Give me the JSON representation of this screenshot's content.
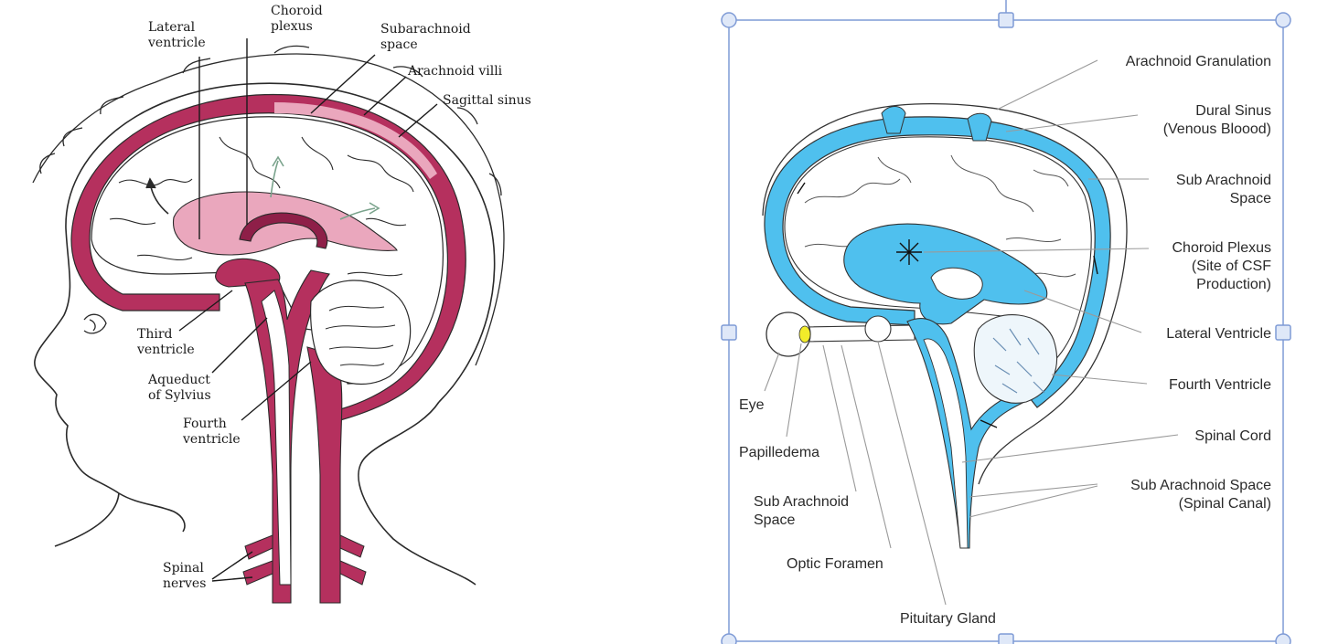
{
  "left_figure": {
    "labels": {
      "lateral_ventricle": [
        "Lateral",
        "ventricle"
      ],
      "choroid_plexus": [
        "Choroid",
        "plexus"
      ],
      "subarachnoid_space": [
        "Subarachnoid",
        "space"
      ],
      "arachnoid_villi": [
        "Arachnoid villi"
      ],
      "sagittal_sinus": [
        "Sagittal sinus"
      ],
      "third_ventricle": [
        "Third",
        "ventricle"
      ],
      "aqueduct": [
        "Aqueduct",
        "of Sylvius"
      ],
      "fourth_ventricle": [
        "Fourth",
        "ventricle"
      ],
      "spinal_nerves": [
        "Spinal",
        "nerves"
      ]
    },
    "colors": {
      "csf_dark": "#b5305e",
      "csf_light": "#eaa7bd",
      "outline": "#2a2a2a"
    }
  },
  "right_figure": {
    "labels": {
      "arachnoid_granulation": [
        "Arachnoid Granulation"
      ],
      "dural_sinus": [
        "Dural Sinus",
        "(Venous Bloood)"
      ],
      "sub_arachnoid_space": [
        "Sub Arachnoid",
        "Space"
      ],
      "choroid_plexus": [
        "Choroid Plexus",
        "(Site of CSF",
        "Production)"
      ],
      "lateral_ventricle": [
        "Lateral Ventricle"
      ],
      "fourth_ventricle": [
        "Fourth Ventricle"
      ],
      "spinal_cord": [
        "Spinal Cord"
      ],
      "sub_arachnoid_space_spinal": [
        "Sub Arachnoid Space",
        "(Spinal Canal)"
      ],
      "eye": [
        "Eye"
      ],
      "papilledema": [
        "Papilledema"
      ],
      "sub_arachnoid_space_optic": [
        "Sub Arachnoid",
        "Space"
      ],
      "optic_foramen": [
        "Optic Foramen"
      ],
      "pituitary_gland": [
        "Pituitary Gland"
      ]
    },
    "colors": {
      "csf": "#4fc0ee",
      "outline": "#333333",
      "selection": "#7f9bd6",
      "papilledema_spot": "#f2ec2a"
    }
  }
}
